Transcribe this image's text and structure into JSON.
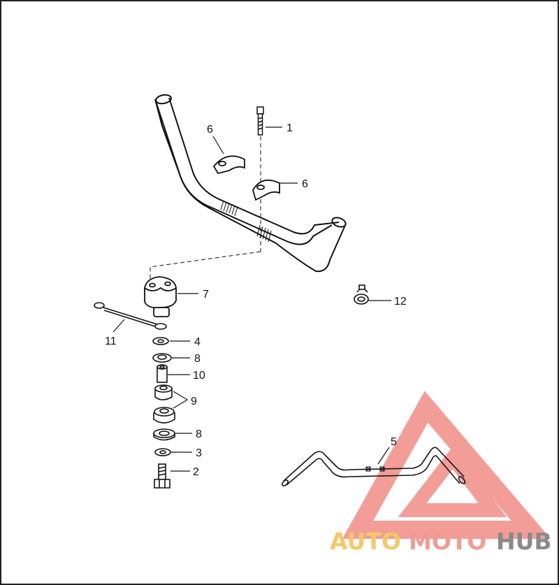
{
  "diagram": {
    "callouts": {
      "c1": "1",
      "c2": "2",
      "c3": "3",
      "c4": "4",
      "c5": "5",
      "c6a": "6",
      "c6b": "6",
      "c7": "7",
      "c8a": "8",
      "c8b": "8",
      "c9": "9",
      "c10": "10",
      "c11": "11",
      "c12": "12"
    }
  },
  "watermark": {
    "part1": "AUTO",
    "part2": "MOTO",
    "part3": "HUB",
    "colors": {
      "auto": "#f5c86a",
      "moto": "#f29b93",
      "hub": "#8a8a8a",
      "triangle": "#f08c86"
    }
  },
  "colors": {
    "line": "#111111",
    "frame": "#222222"
  }
}
